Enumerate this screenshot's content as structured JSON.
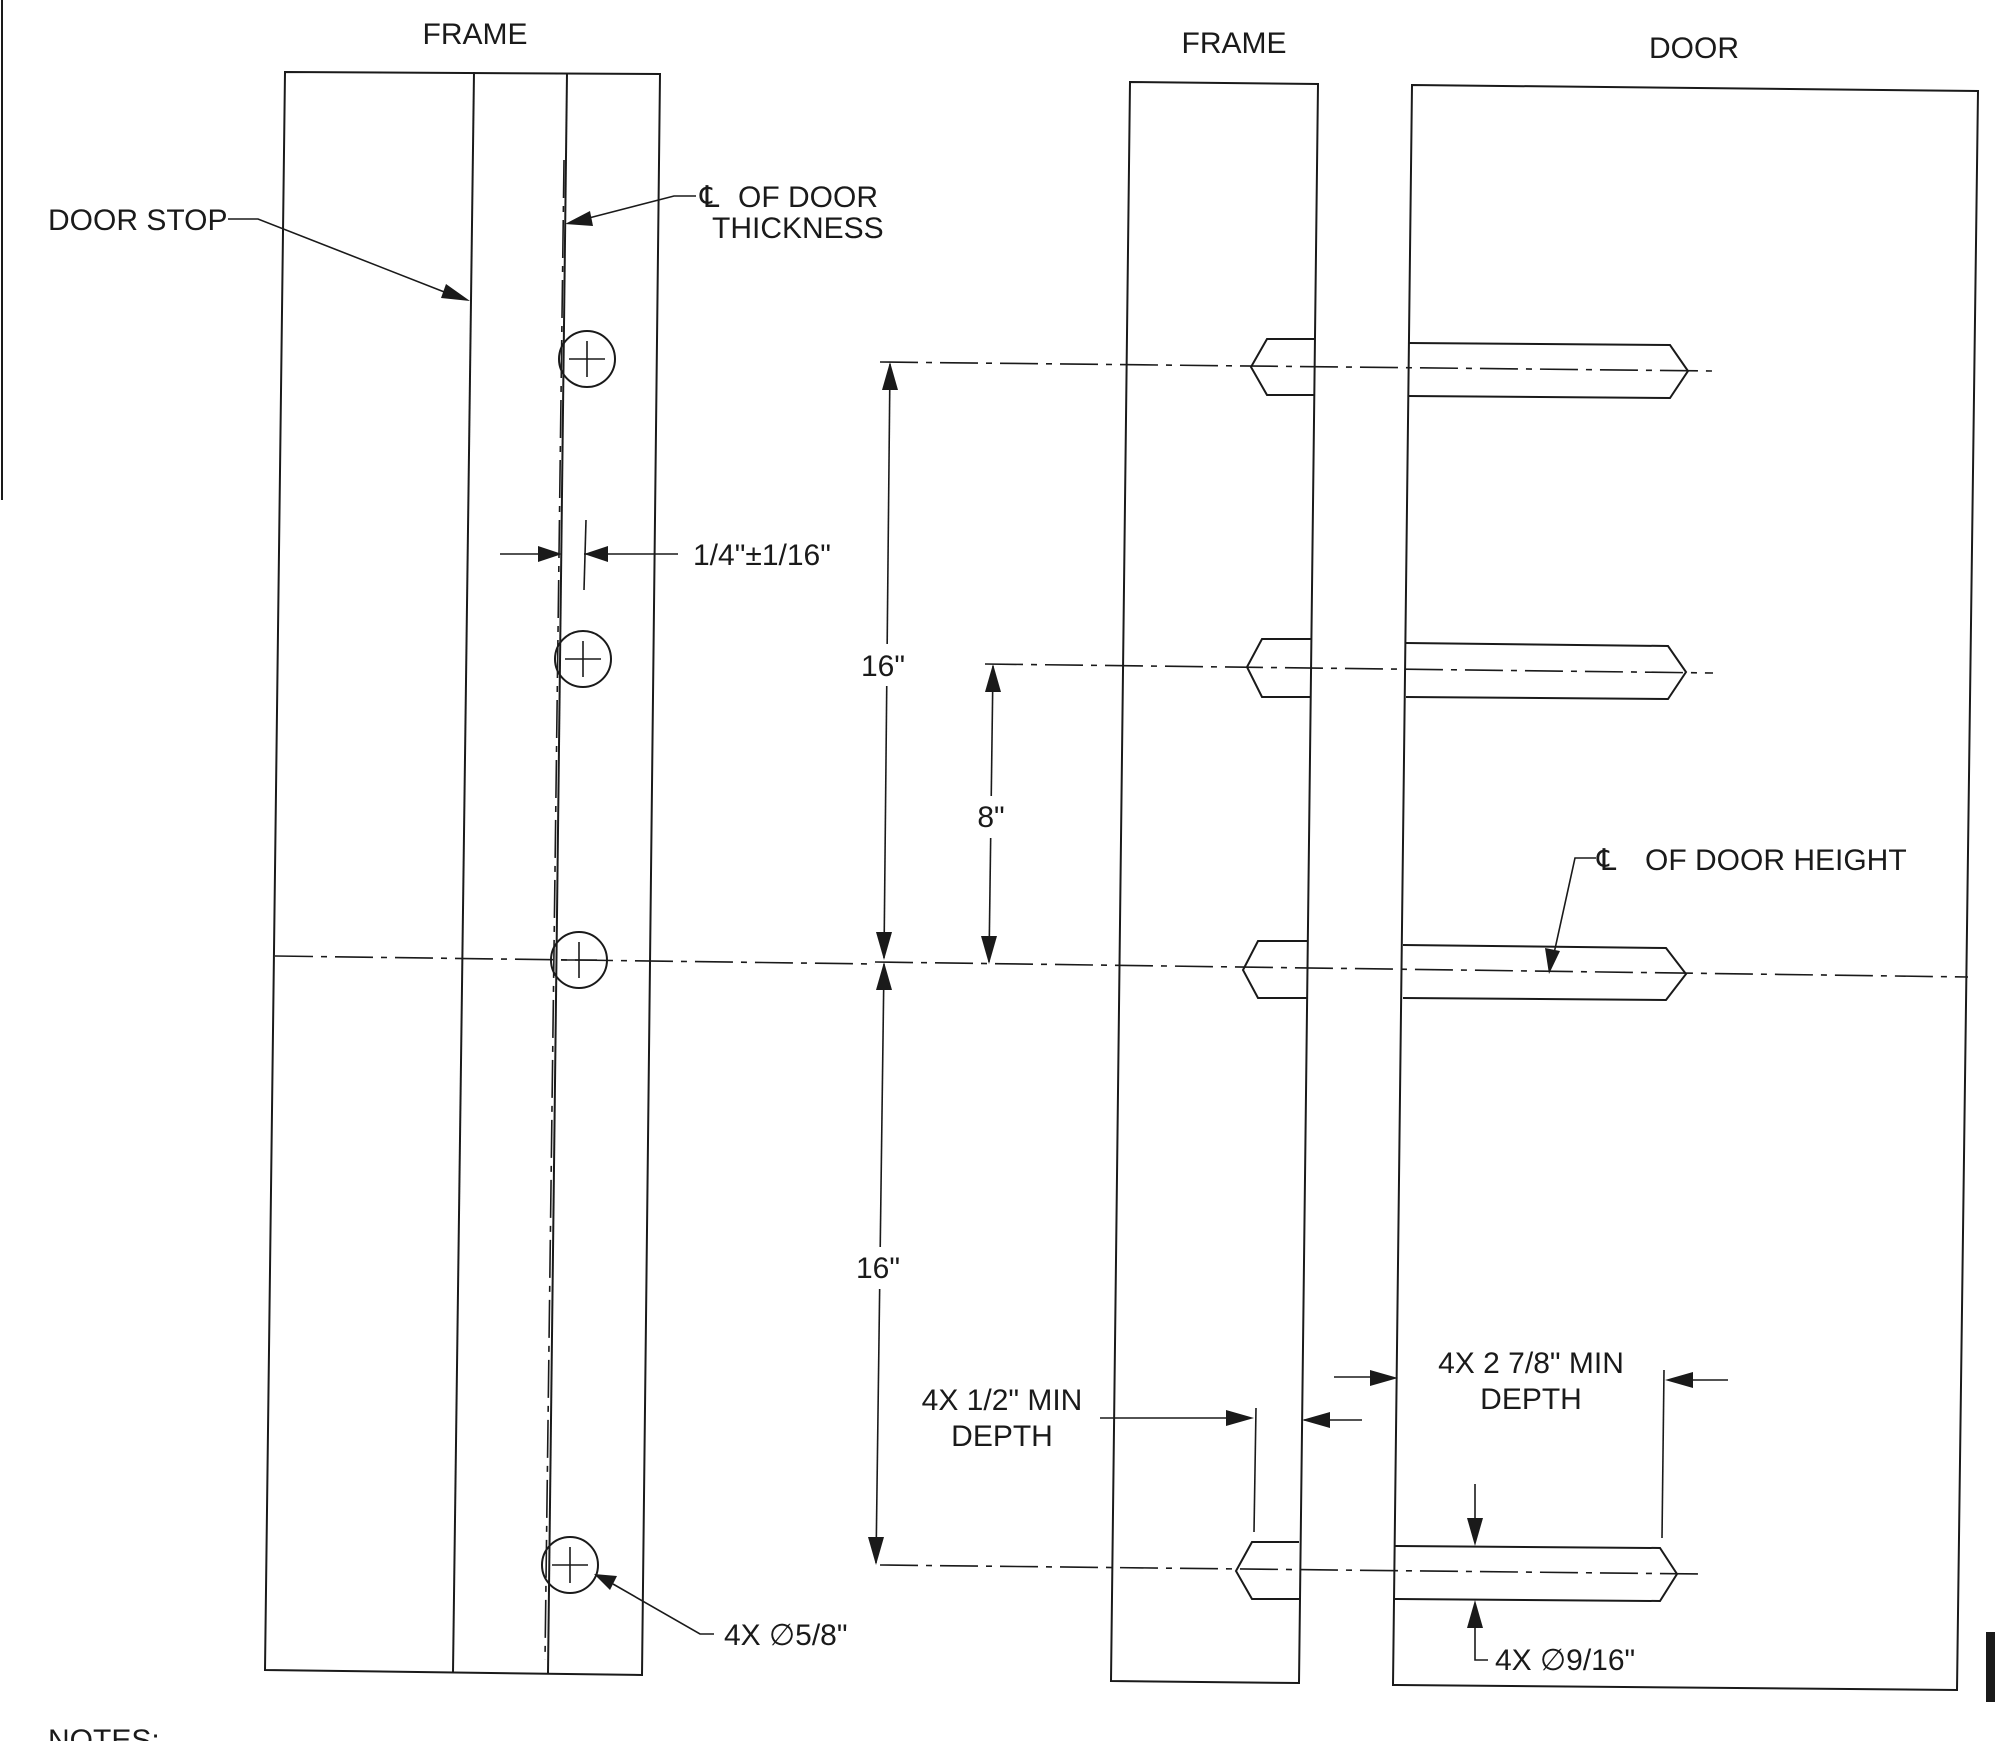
{
  "left_view": {
    "title": "FRAME",
    "door_stop_label": "DOOR STOP",
    "centerline_door_thickness": {
      "symbol": "℄",
      "line1": "OF DOOR",
      "line2": "THICKNESS"
    },
    "offset_dimension": "1/4\"±1/16\"",
    "hole_callout": "4X ∅5/8\""
  },
  "right_view": {
    "frame_title": "FRAME",
    "door_title": "DOOR",
    "dim_upper_16": "16\"",
    "dim_8": "8\"",
    "dim_lower_16": "16\"",
    "centerline_door_height": {
      "symbol": "℄",
      "text": "OF DOOR HEIGHT"
    },
    "frame_depth_callout": {
      "line1": "4X 1/2\" MIN",
      "line2": "DEPTH"
    },
    "door_depth_callout": {
      "line1": "4X 2 7/8\" MIN",
      "line2": "DEPTH"
    },
    "door_hole_callout": "4X ∅9/16\""
  },
  "notes_label": "NOTES:"
}
